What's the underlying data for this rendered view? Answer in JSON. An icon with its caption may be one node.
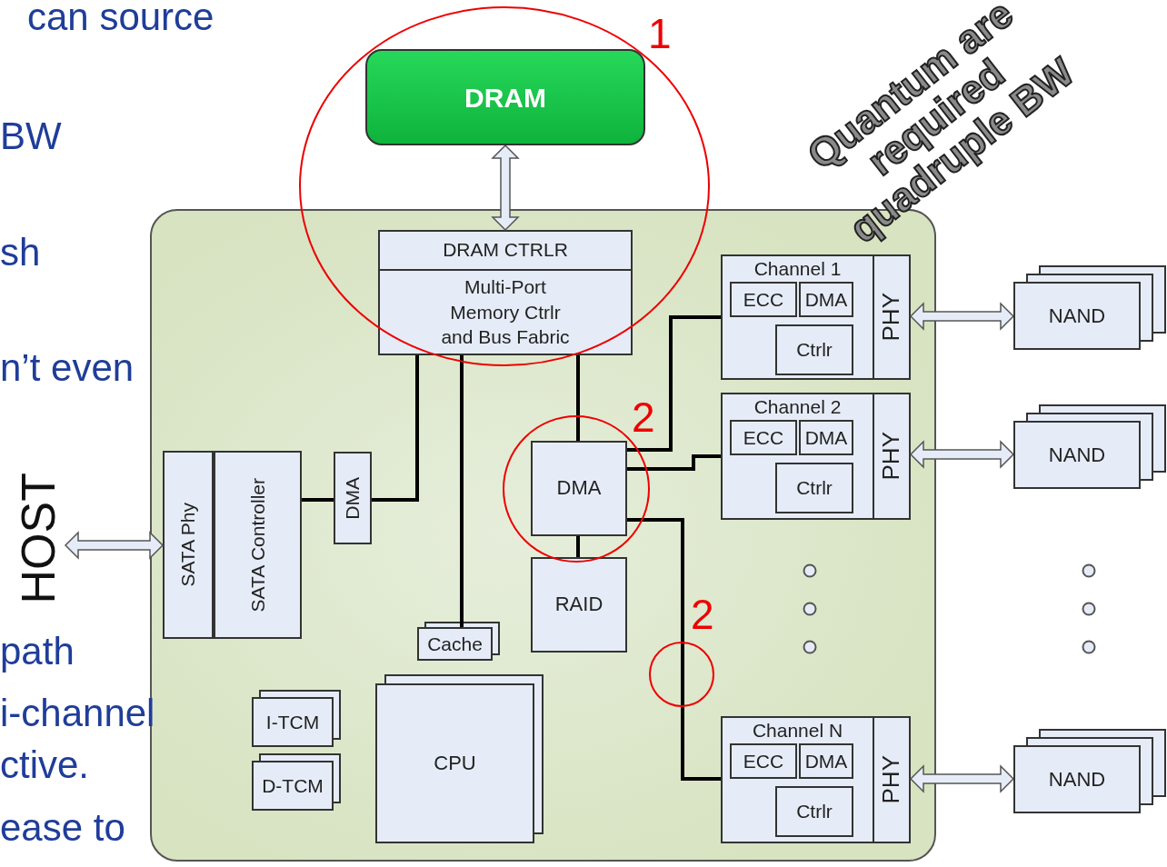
{
  "diagram": {
    "nodes": [
      {
        "text": [],
        "shape": "box"
      },
      {
        "text": [
          "DRAM"
        ]
      },
      {
        "text": [
          "DRAM CTRLR",
          "Multi-Port Memory Ctrlr and Bus Fabric"
        ],
        "in": 0
      },
      {
        "text": [
          "SATA Phy"
        ],
        "in": 0
      },
      {
        "text": [
          "SATA Controller"
        ],
        "in": 0
      },
      {
        "text": [
          "DMA"
        ],
        "in": 0
      },
      {
        "text": [
          "DMA"
        ],
        "in": 0
      },
      {
        "text": [
          "RAID"
        ],
        "in": 0
      },
      {
        "text": [
          "Cache"
        ],
        "in": 0
      },
      {
        "text": [
          "I-TCM"
        ],
        "in": 0
      },
      {
        "text": [
          "D-TCM"
        ],
        "in": 0
      },
      {
        "text": [
          "CPU"
        ],
        "in": 0
      },
      {
        "text": [
          "Channel 1"
        ],
        "in": 0
      },
      {
        "text": [
          "ECC"
        ],
        "in": 12
      },
      {
        "text": [
          "DMA"
        ],
        "in": 12
      },
      {
        "text": [
          "Ctrlr"
        ],
        "in": 12
      },
      {
        "text": [
          "PHY"
        ],
        "in": 12
      },
      {
        "text": [
          "Channel 2"
        ],
        "in": 0
      },
      {
        "text": [
          "ECC"
        ],
        "in": 17
      },
      {
        "text": [
          "DMA"
        ],
        "in": 17
      },
      {
        "text": [
          "Ctrlr"
        ],
        "in": 17
      },
      {
        "text": [
          "PHY"
        ],
        "in": 17
      },
      {
        "text": [
          "Channel N"
        ],
        "in": 0
      },
      {
        "text": [
          "ECC"
        ],
        "in": 22
      },
      {
        "text": [
          "DMA"
        ],
        "in": 22
      },
      {
        "text": [
          "Ctrlr"
        ],
        "in": 22
      },
      {
        "text": [
          "PHY"
        ],
        "in": 22
      },
      {
        "text": [
          "NAND"
        ]
      },
      {
        "text": [
          "NAND"
        ]
      },
      {
        "text": [
          "NAND"
        ]
      },
      {
        "text": [
          "HOST"
        ]
      }
    ],
    "edges": [
      {
        "from": 1,
        "to": 2,
        "arrow": "both"
      },
      {
        "from": 2,
        "to": 5,
        "arrow": "none"
      },
      {
        "from": 2,
        "to": 8,
        "arrow": "none"
      },
      {
        "from": 2,
        "to": 6,
        "arrow": "none"
      },
      {
        "from": 5,
        "to": 4,
        "arrow": "none"
      },
      {
        "from": 6,
        "to": 12,
        "arrow": "none"
      },
      {
        "from": 6,
        "to": 17,
        "arrow": "none"
      },
      {
        "from": 6,
        "to": 22,
        "arrow": "none"
      },
      {
        "from": 6,
        "to": 7,
        "arrow": "none"
      },
      {
        "from": 30,
        "to": 3,
        "arrow": "both"
      },
      {
        "from": 16,
        "to": 27,
        "arrow": "both"
      },
      {
        "from": 21,
        "to": 28,
        "arrow": "both"
      },
      {
        "from": 26,
        "to": 29,
        "arrow": "both"
      }
    ],
    "labels": [
      "can source",
      "1",
      "Quantum are required quadruple BW",
      "BW",
      "sh",
      "n’t even",
      "2",
      "2",
      "path",
      "i-channel",
      "ctive.",
      "ease to"
    ]
  }
}
